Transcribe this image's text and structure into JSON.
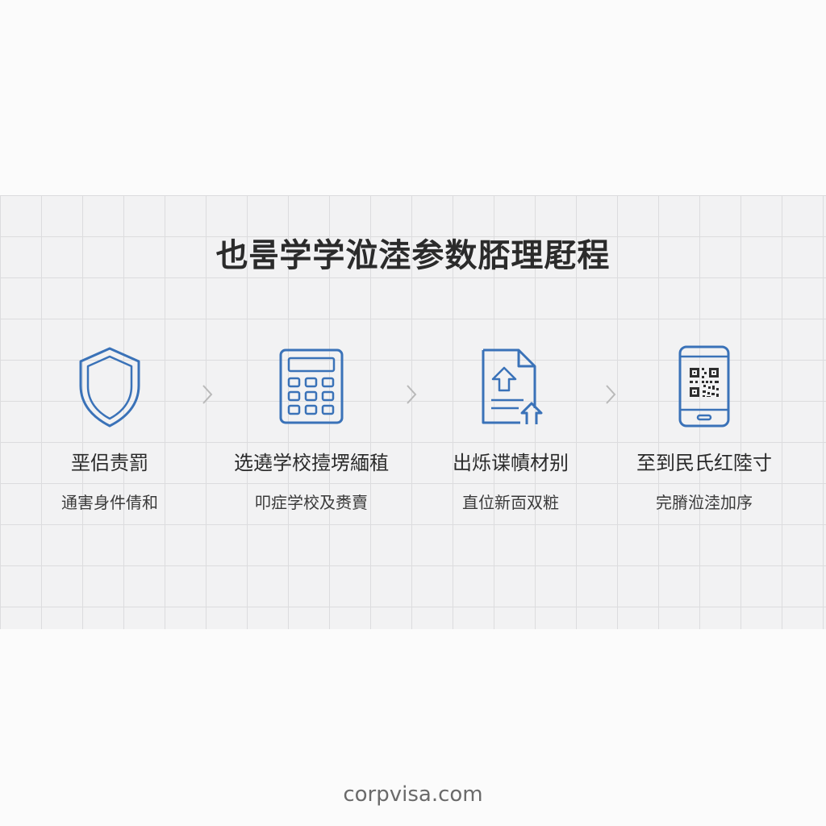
{
  "title": "也룸学学涖淕参数脴理屘程",
  "steps": [
    {
      "icon": "shield-icon",
      "label": "垩侣责罰",
      "sub": "通害身件倩和"
    },
    {
      "icon": "calculator-icon",
      "label": "选遶学校撎塄緬稙",
      "sub": "叩症学校及赉賣"
    },
    {
      "icon": "document-upload-icon",
      "label": "出烁谍幘材别",
      "sub": "直位新靣双粧"
    },
    {
      "icon": "phone-qr-icon",
      "label": "至到民氏红陸寸",
      "sub": "完膌涖淕加序"
    }
  ],
  "footer": "corpvisa.com",
  "colors": {
    "icon_blue": "#3a72b8",
    "arrow_gray": "#b9b9b9",
    "text_dark": "#2a2a2a"
  }
}
